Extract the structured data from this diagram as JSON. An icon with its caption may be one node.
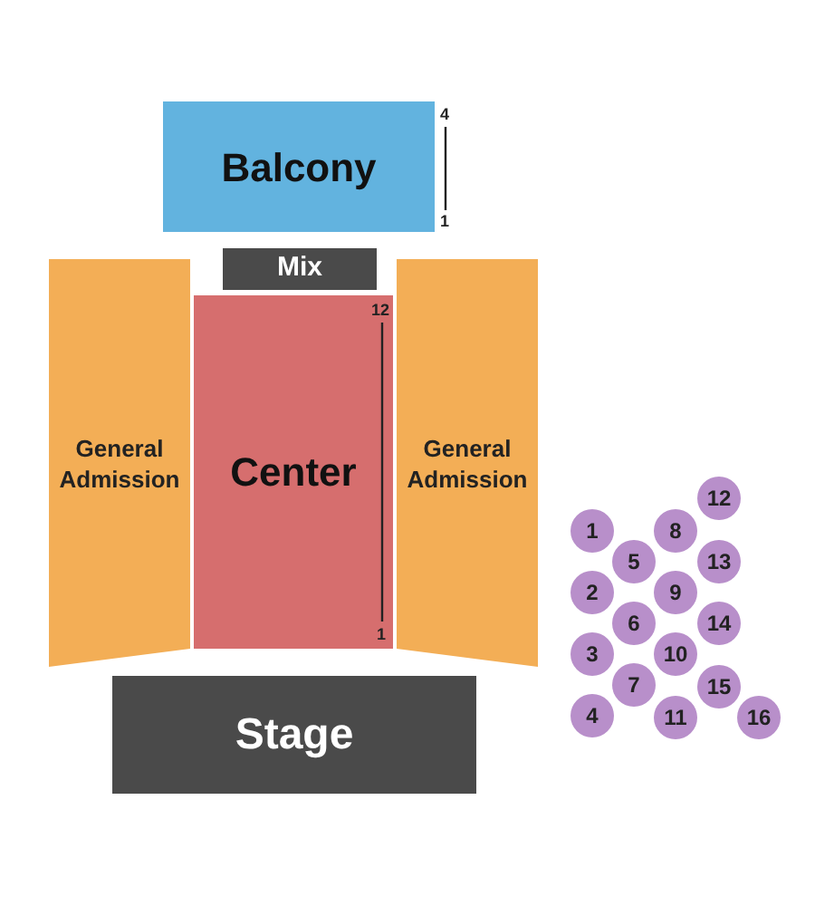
{
  "diagram": {
    "nodes": [
      {
        "text": [
          "Balcony"
        ]
      },
      {
        "text": [
          "Mix"
        ]
      },
      {
        "text": [
          "General Admission"
        ]
      },
      {
        "text": [
          "Center"
        ]
      },
      {
        "text": [
          "General Admission"
        ]
      },
      {
        "text": [
          "Stage"
        ]
      },
      {
        "text": [
          "1"
        ]
      },
      {
        "text": [
          "2"
        ]
      },
      {
        "text": [
          "3"
        ]
      },
      {
        "text": [
          "4"
        ]
      },
      {
        "text": [
          "5"
        ]
      },
      {
        "text": [
          "6"
        ]
      },
      {
        "text": [
          "7"
        ]
      },
      {
        "text": [
          "8"
        ]
      },
      {
        "text": [
          "9"
        ]
      },
      {
        "text": [
          "10"
        ]
      },
      {
        "text": [
          "11"
        ]
      },
      {
        "text": [
          "12"
        ]
      },
      {
        "text": [
          "13"
        ]
      },
      {
        "text": [
          "14"
        ]
      },
      {
        "text": [
          "15"
        ]
      },
      {
        "text": [
          "16"
        ]
      }
    ],
    "labels": [
      "4",
      "1",
      "12",
      "1"
    ]
  }
}
